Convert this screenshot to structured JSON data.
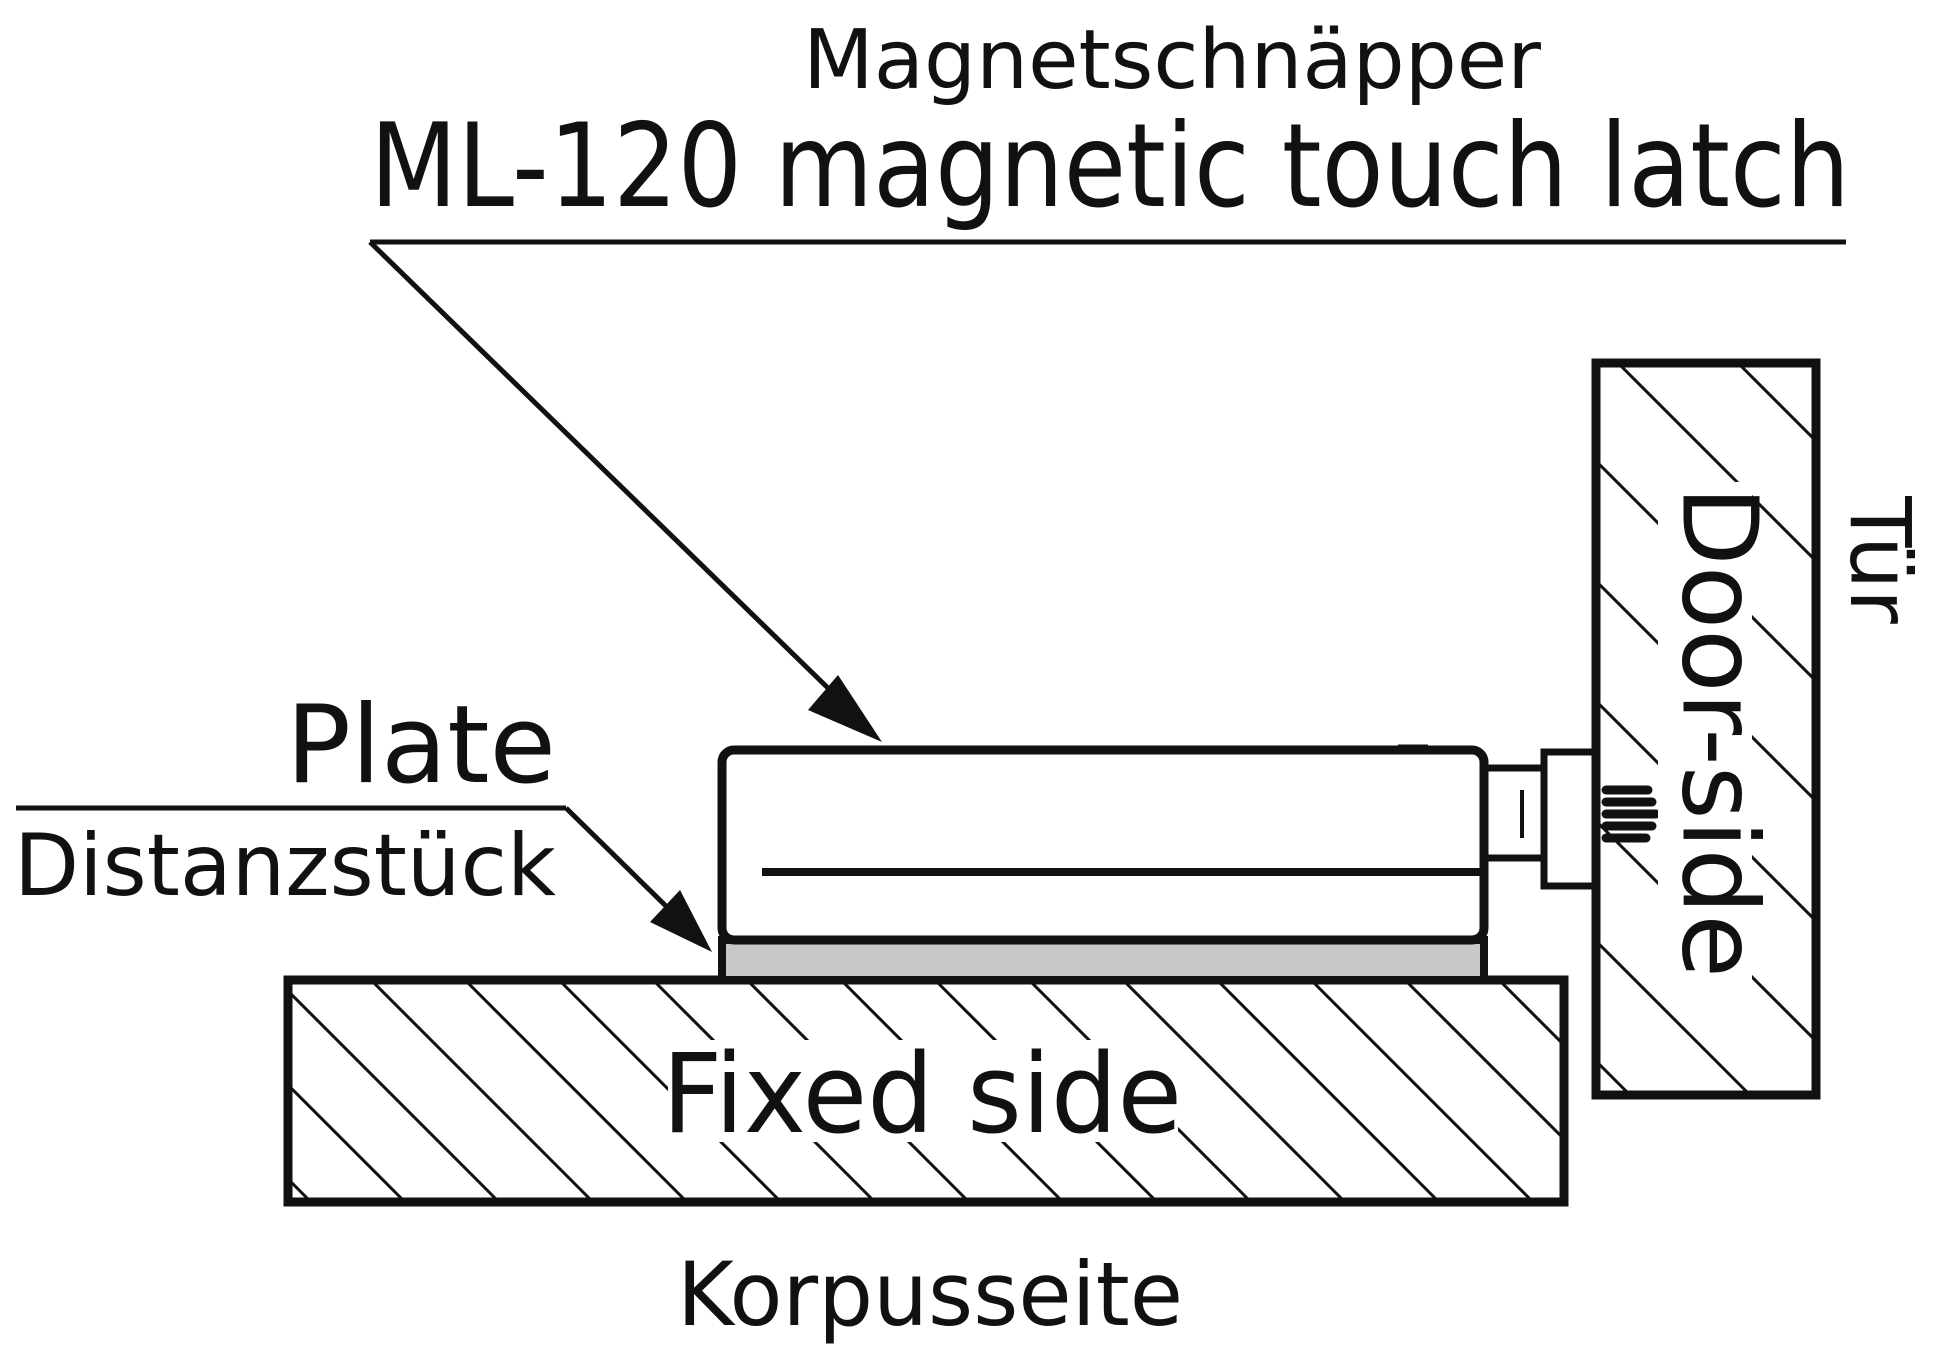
{
  "labels": {
    "latch_de": "Magnetschnäpper",
    "latch_en": "ML-120 magnetic touch latch",
    "plate_en": "Plate",
    "plate_de": "Distanzstück",
    "fixed_en": "Fixed side",
    "fixed_de": "Korpusseite",
    "door_en": "Door-side",
    "door_de": "Tür"
  },
  "colors": {
    "line": "#111111",
    "plate_fill": "#c8c8c8",
    "background": "#ffffff"
  }
}
